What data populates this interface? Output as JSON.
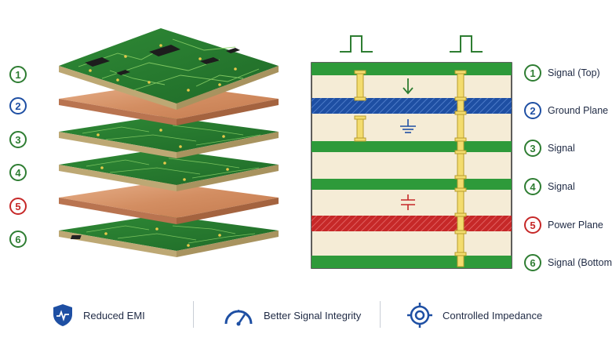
{
  "left_badges": [
    "1",
    "2",
    "3",
    "4",
    "5",
    "6"
  ],
  "right_layers": [
    {
      "num": "1",
      "label": "Signal (Top)",
      "kind": "signal"
    },
    {
      "num": "2",
      "label": "Ground Plane",
      "kind": "ground"
    },
    {
      "num": "3",
      "label": "Signal",
      "kind": "signal"
    },
    {
      "num": "4",
      "label": "Signal",
      "kind": "signal"
    },
    {
      "num": "5",
      "label": "Power Plane",
      "kind": "power"
    },
    {
      "num": "6",
      "label": "Signal (Bottom)",
      "kind": "signal"
    }
  ],
  "features": [
    {
      "label": "Reduced EMI",
      "icon": "shield-icon"
    },
    {
      "label": "Better Signal Integrity",
      "icon": "gauge-icon"
    },
    {
      "label": "Controlled Impedance",
      "icon": "target-icon"
    }
  ],
  "colors": {
    "signal_green": "#2e7d32",
    "ground_blue": "#1e4fa3",
    "power_red": "#c62828",
    "copper": "#d99a6c",
    "dielectric": "#f5ecd6",
    "via_gold": "#e8c94a",
    "text": "#1f2a44"
  }
}
